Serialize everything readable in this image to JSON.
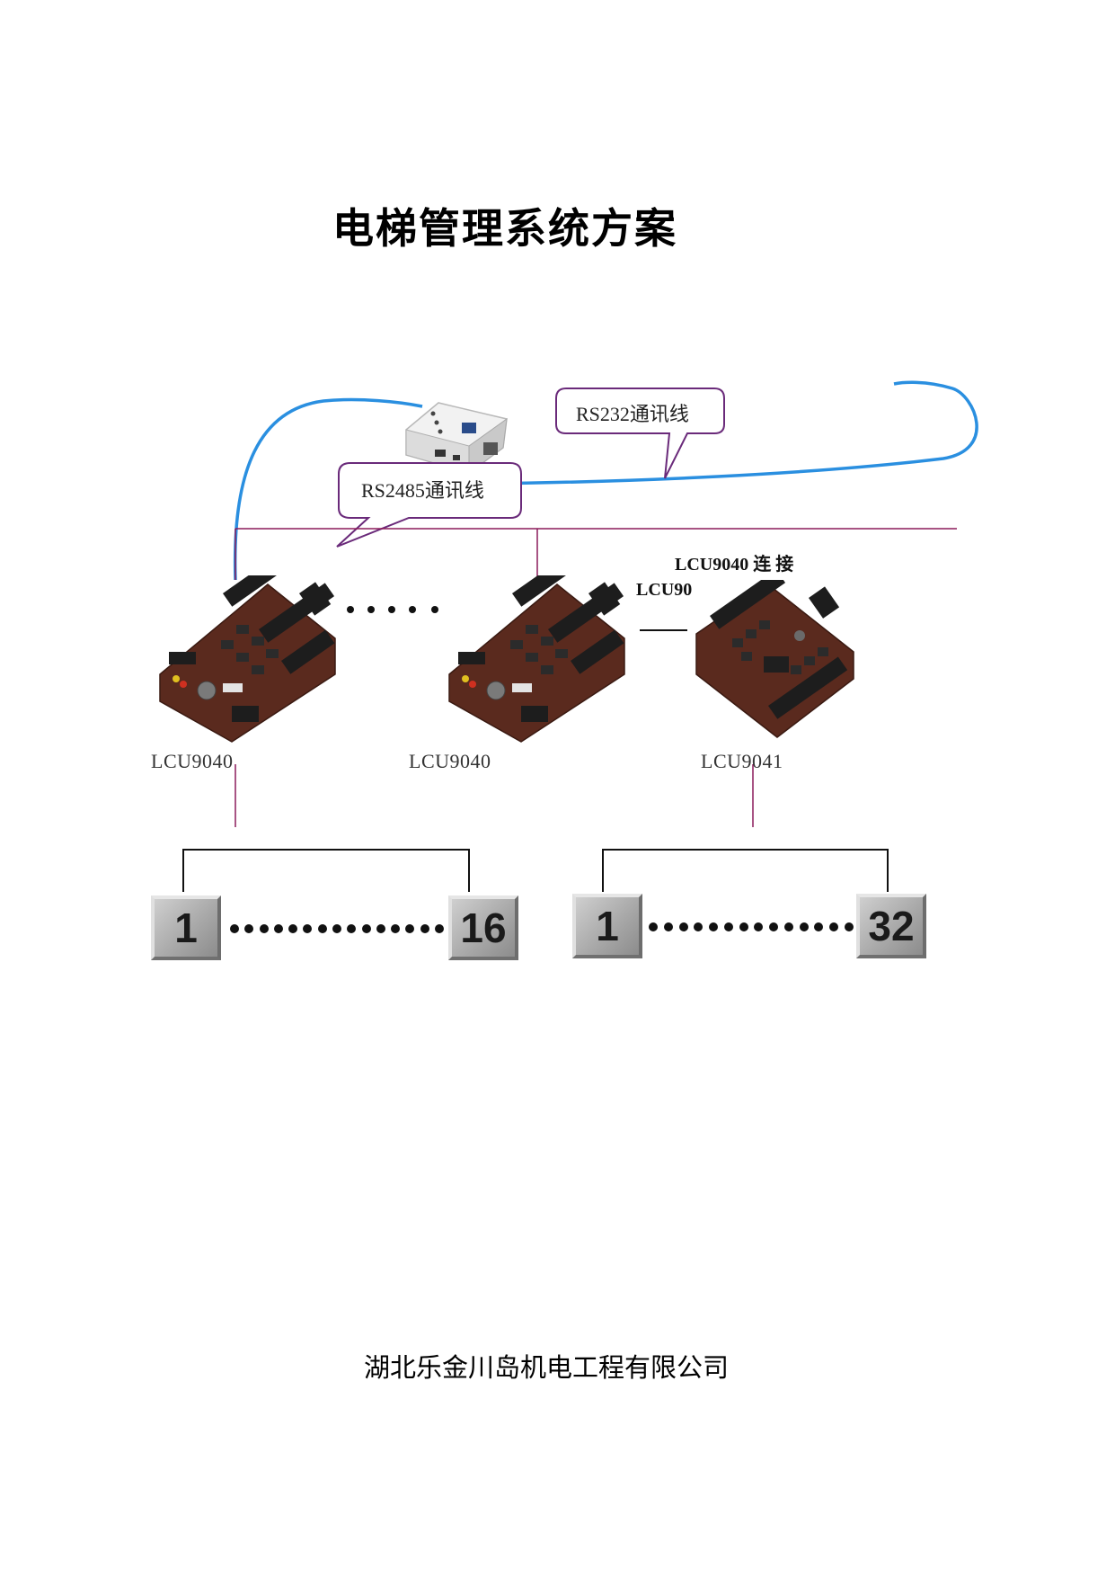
{
  "document": {
    "title": "电梯管理系统方案",
    "company": "湖北乐金川岛机电工程有限公司"
  },
  "diagram": {
    "rs232_label": "RS232通讯线",
    "rs485_label": "RS2485通讯线",
    "connect_note_line1": "LCU9040  连  接",
    "connect_note_line2": "LCU9041",
    "boards": [
      {
        "label": "LCU9040"
      },
      {
        "label": "LCU9040"
      },
      {
        "label": "LCU9041"
      }
    ],
    "groups": [
      {
        "first": "1",
        "last": "16"
      },
      {
        "first": "1",
        "last": "32"
      }
    ],
    "colors": {
      "cable_blue": "#2a8fe0",
      "bus_line": "#8b1a5a",
      "bubble_stroke": "#6a2a7a",
      "board_pcb": "#5a2a1e",
      "terminal_black": "#1d1d1d"
    }
  }
}
